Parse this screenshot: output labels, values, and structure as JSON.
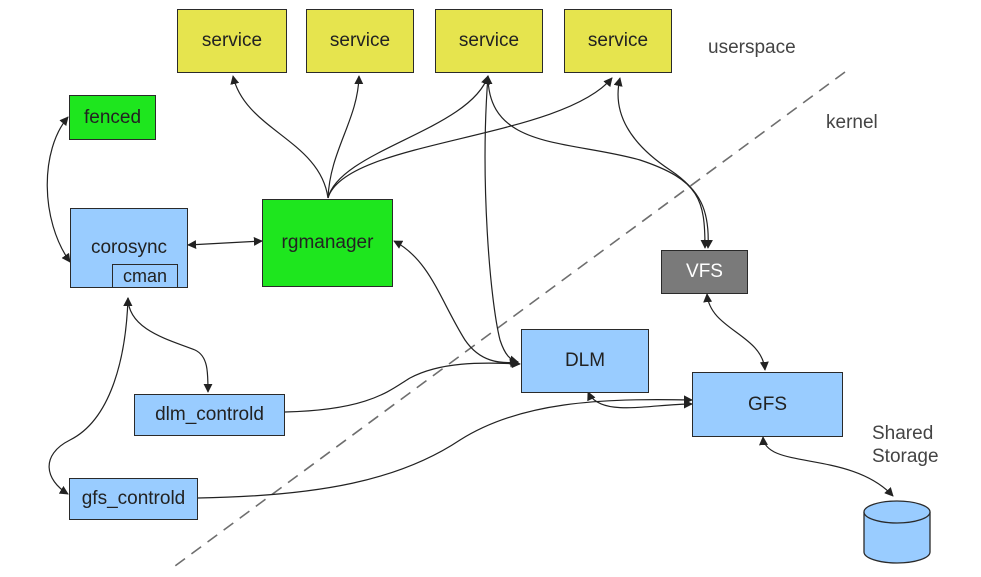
{
  "colors": {
    "service": "#e6e44e",
    "green": "#1ee61e",
    "blue": "#99ccff",
    "vfs": "#7a7a7a",
    "stroke": "#2a2a2a",
    "dash": "#6e6e6e"
  },
  "zones": {
    "userspace": "userspace",
    "kernel": "kernel"
  },
  "nodes": {
    "service1": "service",
    "service2": "service",
    "service3": "service",
    "service4": "service",
    "fenced": "fenced",
    "corosync": "corosync",
    "cman": "cman",
    "rgmanager": "rgmanager",
    "vfs": "VFS",
    "dlm": "DLM",
    "gfs": "GFS",
    "dlm_controld": "dlm_controld",
    "gfs_controld": "gfs_controld"
  },
  "storage": {
    "line1": "Shared",
    "line2": "Storage",
    "icon": "database-cylinder-icon"
  }
}
